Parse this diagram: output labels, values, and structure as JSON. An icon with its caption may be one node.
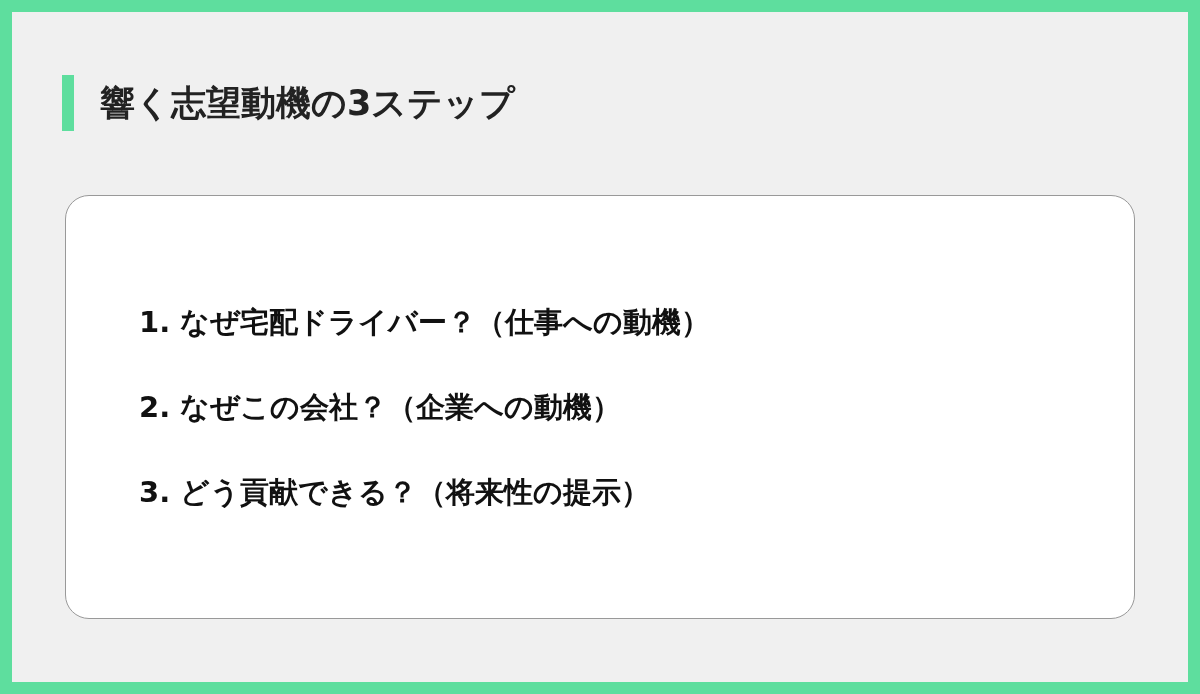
{
  "diagram": {
    "title": "響く志望動機の3ステップ",
    "nodes": [
      {
        "text": [
          "1. なぜ宅配ドライバー？（仕事への動機）",
          "2. なぜこの会社？（企業への動機）",
          "3. どう貢献できる？（将来性の提示）"
        ]
      }
    ]
  }
}
